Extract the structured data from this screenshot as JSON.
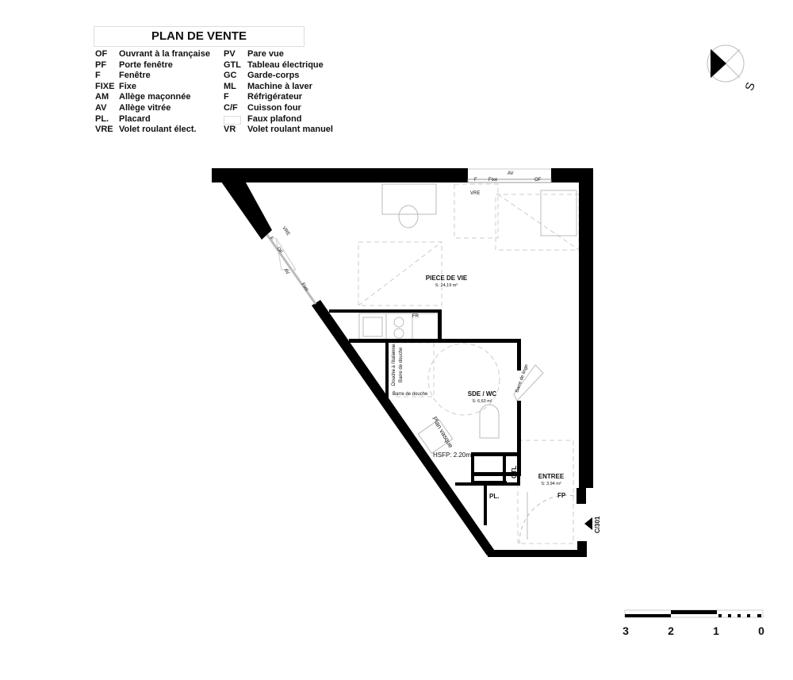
{
  "title": "PLAN DE VENTE",
  "legend": [
    {
      "code": "OF",
      "label": "Ouvrant à la française",
      "code2": "PV",
      "label2": "Pare vue"
    },
    {
      "code": "PF",
      "label": "Porte fenêtre",
      "code2": "GTL",
      "label2": "Tableau électrique"
    },
    {
      "code": "F",
      "label": "Fenêtre",
      "code2": "GC",
      "label2": "Garde-corps"
    },
    {
      "code": "FIXE",
      "label": "Fixe",
      "code2": "ML",
      "label2": "Machine à laver"
    },
    {
      "code": "AM",
      "label": "Allège maçonnée",
      "code2": "F",
      "label2": "Réfrigérateur"
    },
    {
      "code": "AV",
      "label": "Allège vitrée",
      "code2": "C/F",
      "label2": "Cuisson four"
    },
    {
      "code": "PL.",
      "label": "Placard",
      "code2": "",
      "label2": "Faux plafond"
    },
    {
      "code": "VRE",
      "label": "Volet roulant élect.",
      "code2": "VR",
      "label2": "Volet roulant manuel"
    }
  ],
  "compass": {
    "label": "S"
  },
  "rooms": {
    "piece_de_vie": {
      "name": "PIECE DE VIE",
      "area": "S: 24,19 m²"
    },
    "sde_wc": {
      "name": "SDE / WC",
      "area": "S: 6,63 m²"
    },
    "entree": {
      "name": "ENTREE",
      "area": "S: 3,94 m²"
    }
  },
  "annotations": {
    "top_window": {
      "f": "F",
      "fixe": "Fixe",
      "av": "AV",
      "of": "OF",
      "vre": "VRE"
    },
    "left_window": {
      "vre": "VRE",
      "f": "F",
      "of": "OF",
      "av": "AV",
      "fixe": "Fixe"
    },
    "fr": "FR",
    "douche": "Douche à l'italienne",
    "barre1": "Barre de douche",
    "barre2": "Barre de douche",
    "barre_linge": "Barre de linge",
    "plan_vasque": "Plan vasque",
    "hsfp": "HSFP: 2.20m",
    "gtl": "GTL",
    "pl": "PL.",
    "fp": "FP",
    "coupe": "C/301"
  },
  "scale": {
    "labels": [
      "3",
      "2",
      "1",
      "0"
    ]
  }
}
